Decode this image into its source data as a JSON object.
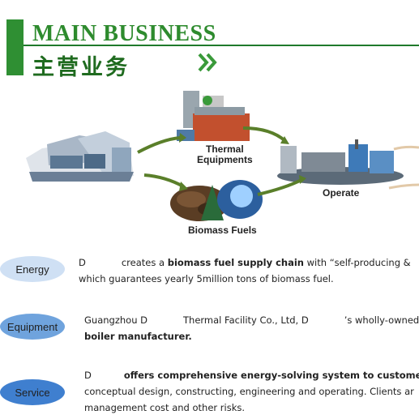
{
  "header": {
    "title_en": "MAIN BUSINESS",
    "title_cn": "主营业务",
    "chevron_icon": "double-chevron-right-icon",
    "accent_color": "#2e8b2e"
  },
  "diagram": {
    "labels": {
      "thermal_1": "Thermal",
      "thermal_2": "Equipments",
      "operate": "Operate",
      "fuels": "Biomass Fuels"
    }
  },
  "rows": {
    "energy": {
      "label": "Energy",
      "oval_color": "#cfe0f4",
      "line1_a": "D",
      "line1_b": "creates a ",
      "line1_bold": "biomass fuel supply chain",
      "line1_c": " with “self-producing &",
      "line2": "which guarantees yearly 5million tons of biomass fuel."
    },
    "equipment": {
      "label": "Equipment",
      "oval_color": "#6fa3dd",
      "line1_a": "Guangzhou D",
      "line1_b": "Thermal Facility Co., Ltd, D",
      "line1_c": "’s wholly-owned",
      "line2_bold": "boiler manufacturer."
    },
    "service": {
      "label": "Service",
      "oval_color": "#3f7fcf",
      "line1_a": "D",
      "line1_bold": "offers comprehensive energy-solving system to customers",
      "line2": "conceptual design, constructing, engineering and operating. Clients ar",
      "line3": "management cost and other risks."
    }
  }
}
